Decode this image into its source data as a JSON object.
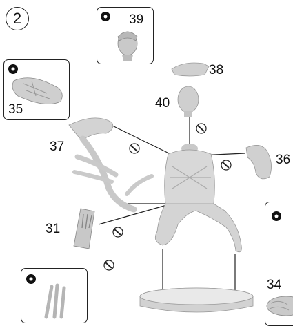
{
  "step": {
    "number": "2"
  },
  "parts": {
    "p39": "39",
    "p38": "38",
    "p40": "40",
    "p35": "35",
    "p37": "37",
    "p36": "36",
    "p31": "31",
    "p34": "34"
  },
  "icons": {
    "glue": "glue-drop-icon",
    "inset_badge": "pin-drill-icon"
  },
  "colors": {
    "resin": "#d6d6d6",
    "resin_shade": "#a9a9a9",
    "line": "#222222"
  }
}
